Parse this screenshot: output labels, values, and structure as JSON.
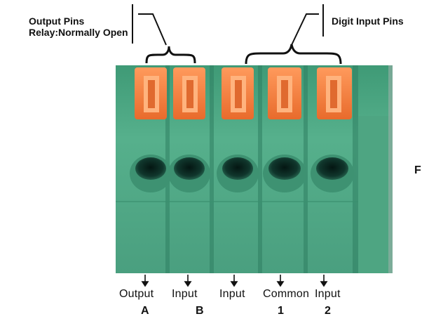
{
  "labels": {
    "output_pins": "Output Pins",
    "relay_type": "Relay:Normally Open",
    "digit_input_pins": "Digit Input Pins",
    "edge_letter": "F"
  },
  "terminals": [
    {
      "top": "Output",
      "bottom": "A"
    },
    {
      "top": "Input",
      "bottom": "B"
    },
    {
      "top": "Input",
      "bottom": ""
    },
    {
      "top": "Common",
      "bottom": "1"
    },
    {
      "top": "Input",
      "bottom": "2"
    }
  ],
  "colors": {
    "block_green": "#4fa985",
    "block_dark": "#2f7a5e",
    "lever_orange": "#f07a3a",
    "lever_light": "#ffa46a",
    "hole_dark": "#0d2a22"
  }
}
